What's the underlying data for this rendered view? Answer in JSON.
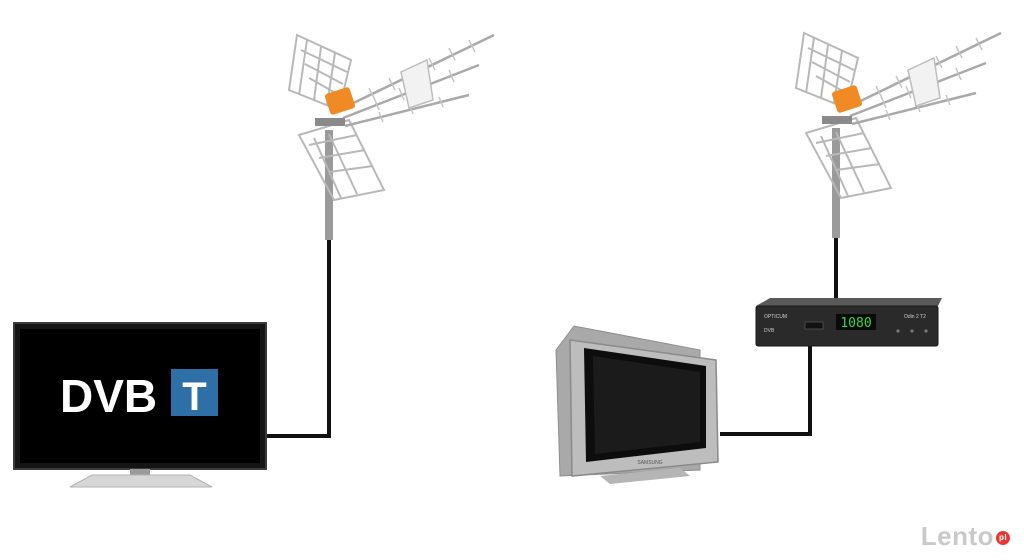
{
  "left_tv": {
    "logo_left": "DVB",
    "logo_right": "T"
  },
  "decoder": {
    "brand": "OPTICUM",
    "model": "Odin 2 T2",
    "dvb_label": "DVB",
    "display": "1080"
  },
  "old_tv": {
    "brand": "SAMSUNG"
  },
  "watermark": {
    "text": "Lento",
    "badge": "pl"
  },
  "colors": {
    "cable": "#111111",
    "logo_blue": "#2f6fa8",
    "led_green": "#39d94a",
    "amp_orange": "#f08a24"
  }
}
